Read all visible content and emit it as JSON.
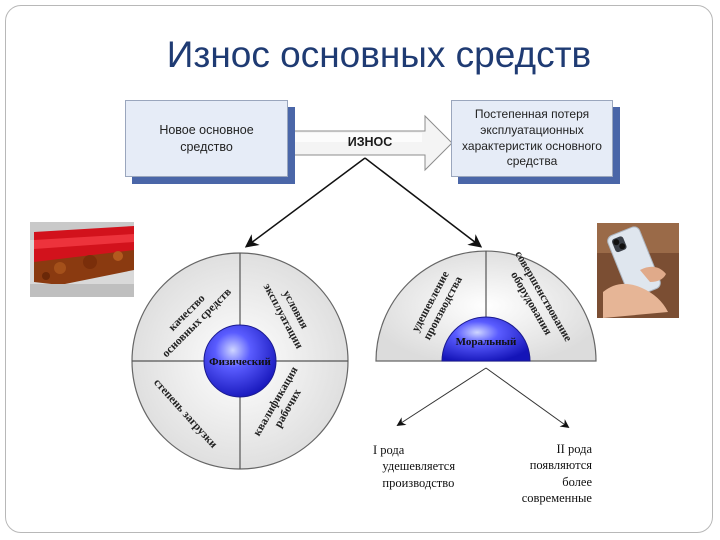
{
  "slide": {
    "title": "Износ основных средств"
  },
  "flow": {
    "box_new": "Новое основное средство",
    "arrow_label": "ИЗНОС",
    "box_loss": "Постепенная потеря эксплуатационных характеристик основного средства"
  },
  "physical": {
    "hub": "Физический",
    "q1": [
      "качество",
      "основных средств"
    ],
    "q2": [
      "условия",
      "эксплуатации"
    ],
    "q3": [
      "степень загрузки"
    ],
    "q4": [
      "квалификация",
      "рабочих"
    ]
  },
  "moral": {
    "hub": "Моральный",
    "q1": [
      "удешевление",
      "производства"
    ],
    "q2": [
      "совершенствование",
      "оборудования"
    ]
  },
  "notes": {
    "type1": "I рода\n   удешевляется\n   производство",
    "type2": "II рода\nпоявляются\nболее\nсовременные"
  },
  "colors": {
    "title": "#1f3b73",
    "box_fill": "#e6ecf7",
    "box_shadow": "#4a66a8",
    "hub_blue": "#2424e0",
    "ring_stroke": "#555555"
  },
  "icons": {
    "photo_rust": "rusted-car-photo",
    "photo_phone": "smartphone-in-hand-photo"
  }
}
